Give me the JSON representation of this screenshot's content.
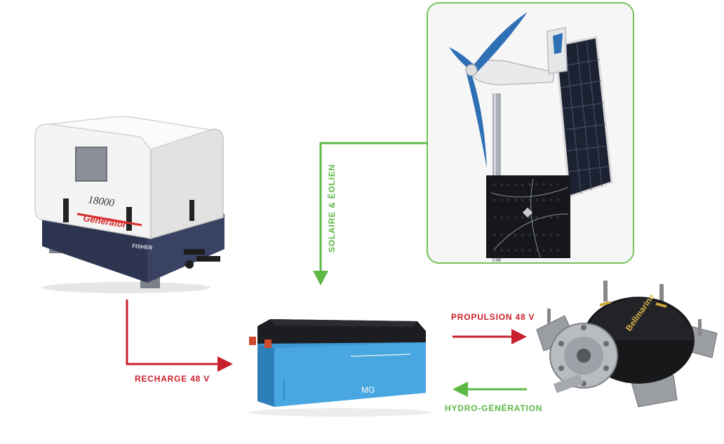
{
  "flows": {
    "solar_wind": {
      "label": "SOLAIRE & ÉOLIEN",
      "color": "#5db846"
    },
    "recharge": {
      "label": "RECHARGE 48 V",
      "color": "#c8202c"
    },
    "propulsion": {
      "label": "PROPULSION 48 V",
      "color": "#c8202c"
    },
    "hydro": {
      "label": "HYDRO-GÉNÉRATION",
      "color": "#5db846"
    }
  },
  "generator": {
    "model_text": "18000",
    "brand_text": "Generator",
    "plate_text": "FISHER"
  },
  "battery": {
    "logo_text": "MG"
  },
  "motor": {
    "brand_text": "Bellmarine"
  }
}
